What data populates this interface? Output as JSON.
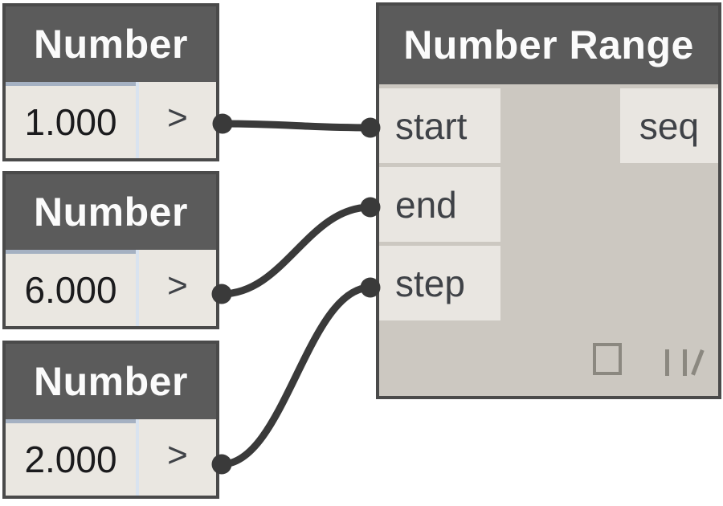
{
  "nodes": {
    "number1": {
      "title": "Number",
      "value": "1.000",
      "expand_glyph": ">"
    },
    "number2": {
      "title": "Number",
      "value": "6.000",
      "expand_glyph": ">"
    },
    "number3": {
      "title": "Number",
      "value": "2.000",
      "expand_glyph": ">"
    },
    "range": {
      "title": "Number Range",
      "inputs": [
        "start",
        "end",
        "step"
      ],
      "outputs": [
        "seq"
      ],
      "icons": [
        "preview-checkbox",
        "lacing-shortest"
      ]
    }
  },
  "connections": [
    {
      "from": "number1",
      "to": "range.start"
    },
    {
      "from": "number2",
      "to": "range.end"
    },
    {
      "from": "number3",
      "to": "range.step"
    }
  ],
  "colors": {
    "header": "#5b5b5b",
    "border": "#4a4a4a",
    "node_light": "#eae7e1",
    "range_body": "#ccc8c1",
    "port_block": "#e9e6e1",
    "wire": "#3a3a3a",
    "icon_gray": "#8b8880",
    "canvas": "#ffffff"
  }
}
